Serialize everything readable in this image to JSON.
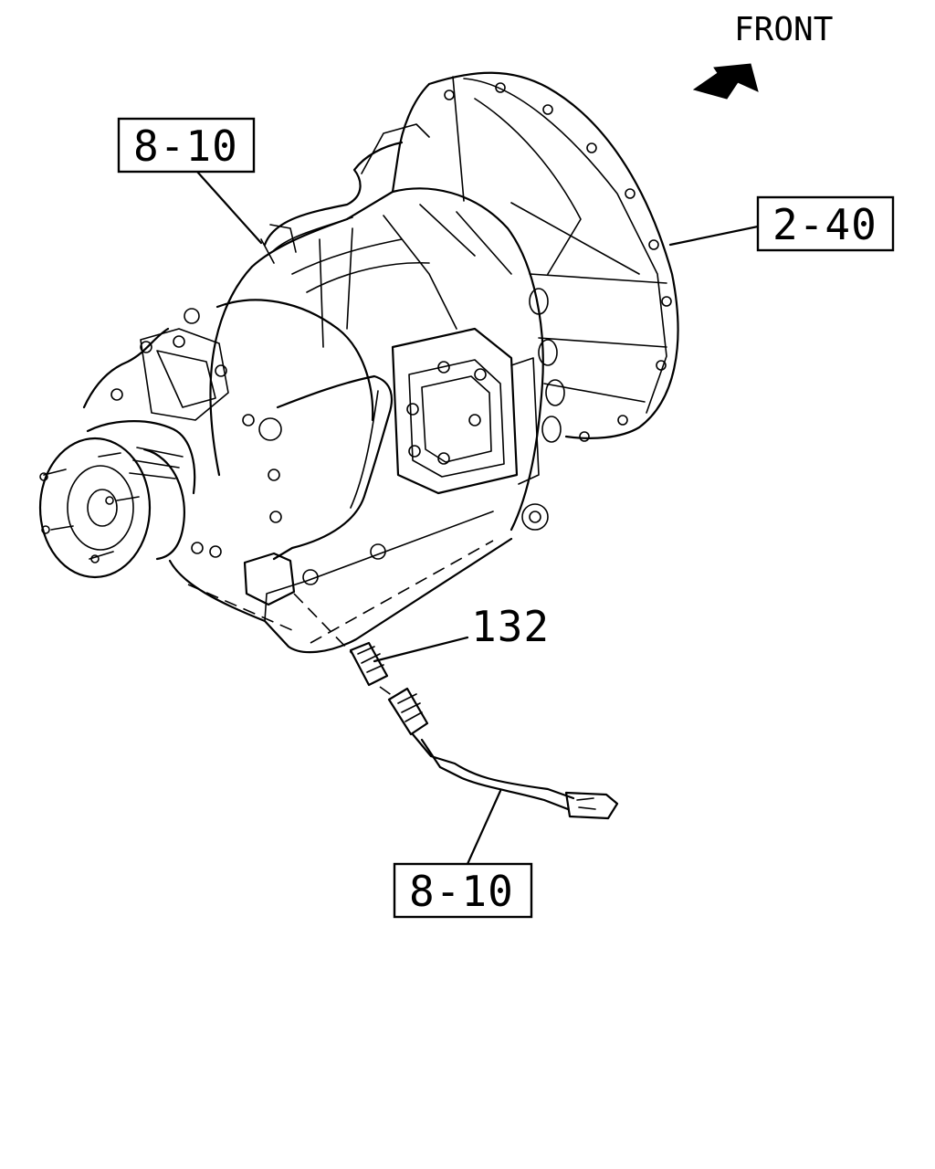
{
  "direction_label": "FRONT",
  "callouts": [
    {
      "id": "upper-left",
      "label": "8-10",
      "boxed": true
    },
    {
      "id": "right",
      "label": "2-40",
      "boxed": true
    },
    {
      "id": "sensor",
      "label": "132",
      "boxed": false
    },
    {
      "id": "lower",
      "label": "8-10",
      "boxed": true
    }
  ],
  "icons": {
    "direction": "front-arrow-icon"
  }
}
